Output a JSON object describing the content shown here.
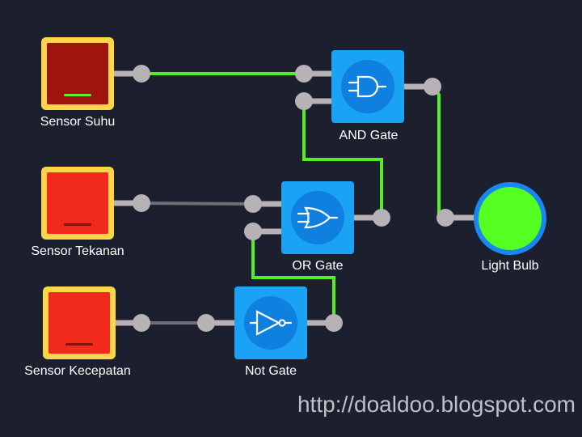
{
  "colors": {
    "background": "#1b1f2e",
    "wire_active": "#55ee22",
    "wire_inactive": "#6f6f73",
    "pin": "#b7b2b5",
    "switch_frame": "#ffd54a",
    "switch_on_face": "#a0140e",
    "switch_off_face": "#f2291d",
    "led_on": "#66ee33",
    "led_off": "#8b0e0a",
    "gate_body": "#1aa3f5",
    "gate_disc": "#0f7fe0",
    "bulb_fill": "#55ff22",
    "bulb_ring": "#1a86f2"
  },
  "sensors": [
    {
      "id": "sensor-suhu",
      "label": "Sensor Suhu",
      "state": "on"
    },
    {
      "id": "sensor-tekanan",
      "label": "Sensor Tekanan",
      "state": "off"
    },
    {
      "id": "sensor-kecepatan",
      "label": "Sensor Kecepatan",
      "state": "off"
    }
  ],
  "gates": [
    {
      "id": "and-gate",
      "label": "AND Gate",
      "icon": "and-gate-icon"
    },
    {
      "id": "or-gate",
      "label": "OR Gate",
      "icon": "or-gate-icon"
    },
    {
      "id": "not-gate",
      "label": "Not Gate",
      "icon": "not-gate-icon"
    }
  ],
  "output": {
    "id": "light-bulb",
    "label": "Light Bulb",
    "state": "on"
  },
  "wires": [
    {
      "from": "sensor-suhu",
      "to": "and-gate.in1",
      "active": true
    },
    {
      "from": "or-gate.out",
      "to": "and-gate.in2",
      "active": true
    },
    {
      "from": "and-gate.out",
      "to": "light-bulb",
      "active": true
    },
    {
      "from": "sensor-tekanan",
      "to": "or-gate.in1",
      "active": false
    },
    {
      "from": "not-gate.out",
      "to": "or-gate.in2",
      "active": true
    },
    {
      "from": "sensor-kecepatan",
      "to": "not-gate.in",
      "active": false
    }
  ],
  "watermark": "http://doaldoo.blogspot.com"
}
